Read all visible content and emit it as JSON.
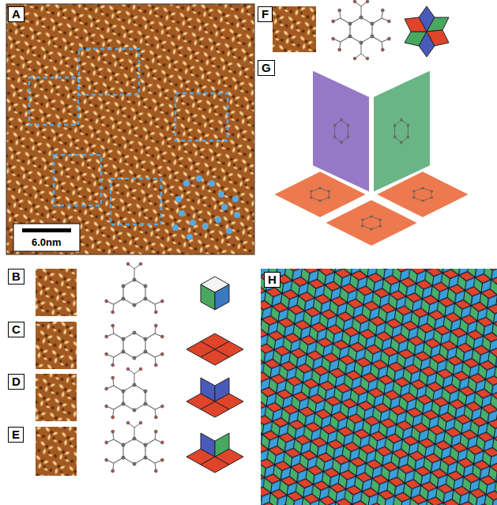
{
  "diagram": {
    "labels": [
      "A",
      "B",
      "C",
      "D",
      "E",
      "F",
      "G",
      "H",
      "6.0nm"
    ]
  }
}
